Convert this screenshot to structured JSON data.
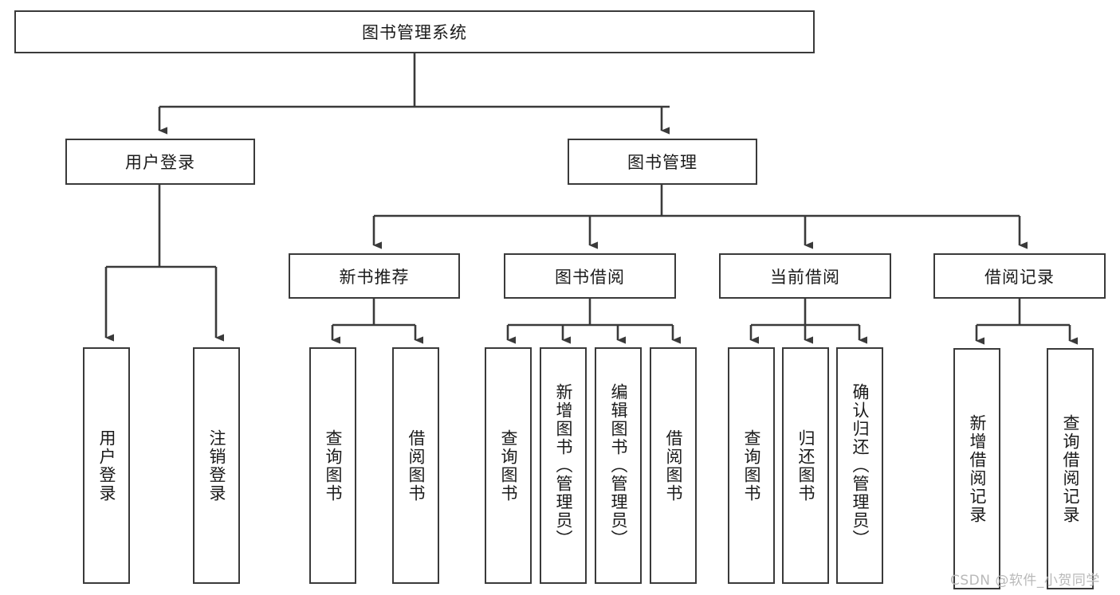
{
  "diagram": {
    "type": "tree-hierarchy",
    "title": "图书管理系统",
    "root": {
      "id": "root",
      "label": "图书管理系统",
      "shape": "rectangle"
    },
    "level1": [
      {
        "id": "user-login",
        "label": "用户登录"
      },
      {
        "id": "book-management",
        "label": "图书管理"
      }
    ],
    "level2": [
      {
        "id": "new-book-recommend",
        "label": "新书推荐",
        "parent": "book-management"
      },
      {
        "id": "book-borrow",
        "label": "图书借阅",
        "parent": "book-management"
      },
      {
        "id": "current-borrow",
        "label": "当前借阅",
        "parent": "book-management"
      },
      {
        "id": "borrow-record",
        "label": "借阅记录",
        "parent": "book-management"
      }
    ],
    "leaves": {
      "user-login": [
        {
          "id": "leaf-user-login",
          "label": "用户登录"
        },
        {
          "id": "leaf-logout-login",
          "label": "注销登录"
        }
      ],
      "new-book-recommend": [
        {
          "id": "leaf-query-book-1",
          "label": "查询图书"
        },
        {
          "id": "leaf-borrow-book-1",
          "label": "借阅图书"
        }
      ],
      "book-borrow": [
        {
          "id": "leaf-query-book-2",
          "label": "查询图书"
        },
        {
          "id": "leaf-add-book",
          "label": "新增图书（管理员）"
        },
        {
          "id": "leaf-edit-book",
          "label": "编辑图书（管理员）"
        },
        {
          "id": "leaf-borrow-book-2",
          "label": "借阅图书"
        }
      ],
      "current-borrow": [
        {
          "id": "leaf-query-book-3",
          "label": "查询图书"
        },
        {
          "id": "leaf-return-book",
          "label": "归还图书"
        },
        {
          "id": "leaf-confirm-return",
          "label": "确认归还（管理员）"
        }
      ],
      "borrow-record": [
        {
          "id": "leaf-add-record",
          "label": "新增借阅记录"
        },
        {
          "id": "leaf-query-record",
          "label": "查询借阅记录"
        }
      ]
    }
  },
  "watermark": {
    "text": "CSDN @软件_小贺同学"
  },
  "colors": {
    "stroke": "#3a3a3a",
    "background": "#ffffff",
    "text": "#1a1a1a",
    "watermark": "#b9b9b9"
  }
}
